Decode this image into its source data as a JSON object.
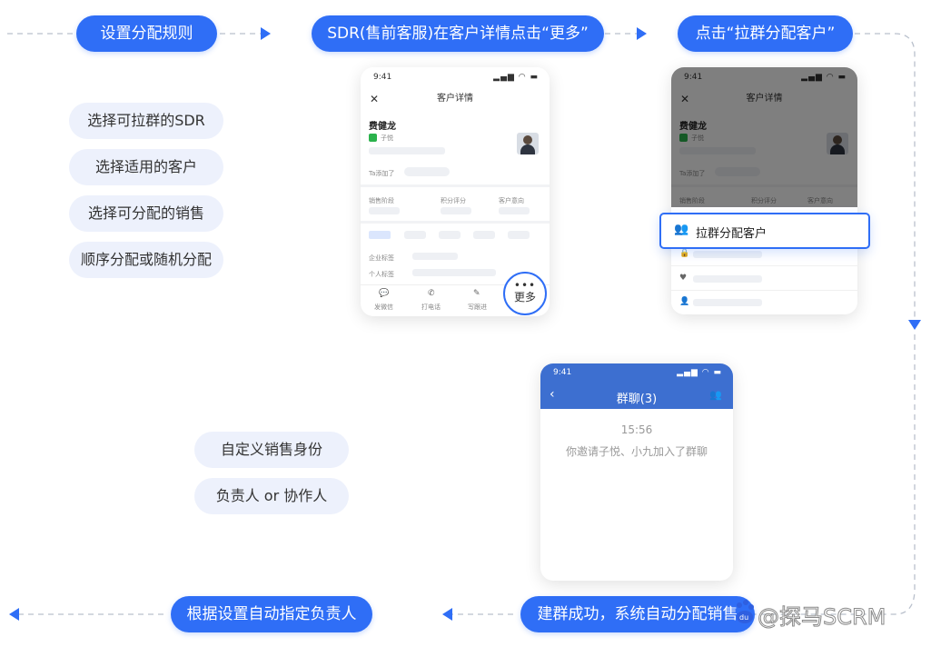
{
  "flow": {
    "step1": "设置分配规则",
    "step2": "SDR(售前客服)在客户详情点击“更多”",
    "step3": "点击“拉群分配客户”",
    "step4": "建群成功，系统自动分配销售",
    "step5": "根据设置自动指定负责人"
  },
  "rules": [
    "选择可拉群的SDR",
    "选择适用的客户",
    "选择可分配的销售",
    "顺序分配或随机分配"
  ],
  "roles": [
    "自定义销售身份",
    "负责人 or 协作人"
  ],
  "phone1": {
    "time": "9:41",
    "title": "客户详情",
    "customer_name": "费健龙",
    "wechat_name": "子悦",
    "added_by": "Ta添加了",
    "fields": [
      "销售阶段",
      "积分评分",
      "客户意向"
    ],
    "tags": [
      "企业标签",
      "个人标签"
    ],
    "actions": [
      "发微信",
      "打电话",
      "写跟进"
    ],
    "more_label": "更多"
  },
  "phone2": {
    "time": "9:41",
    "title": "客户详情",
    "customer_name": "费健龙",
    "wechat_name": "子悦",
    "added_by": "Ta添加了",
    "fields": [
      "销售阶段",
      "积分评分",
      "客户意向"
    ],
    "menu_label": "拉群分配客户"
  },
  "phone3": {
    "time": "9:41",
    "title": "群聊(3)",
    "chat_time": "15:56",
    "message": "你邀请子悦、小九加入了群聊"
  },
  "watermark": "@探马SCRM",
  "colors": {
    "accent": "#2f6ef6",
    "soft": "#edf1fc",
    "chat_header": "#3d6fd0"
  }
}
